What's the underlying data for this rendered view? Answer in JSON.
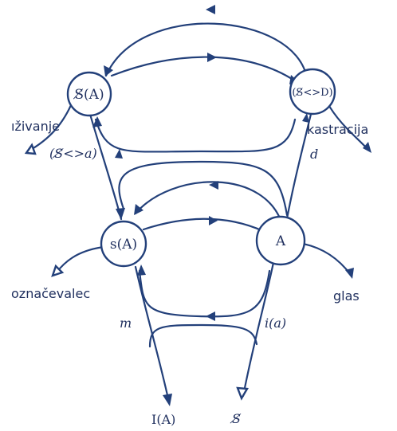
{
  "diagram": {
    "nodes": {
      "top_left": "S̸(A)",
      "top_right": "(S̸<>D)",
      "mid_left": "s(A)",
      "mid_right": "A"
    },
    "labels": {
      "top_left_outlet": "ıživanje",
      "top_right_outlet": "kastracija",
      "left_path": "(S̸<>a)",
      "right_path": "d",
      "mid_left_outlet": "označevalec",
      "mid_right_outlet": "glas",
      "lower_left_path": "m",
      "lower_right_path": "i(a)",
      "bottom_left": "I(A)",
      "bottom_right": "S̸"
    },
    "colors": {
      "stroke": "#23407a",
      "text": "#1f2f5e"
    }
  }
}
